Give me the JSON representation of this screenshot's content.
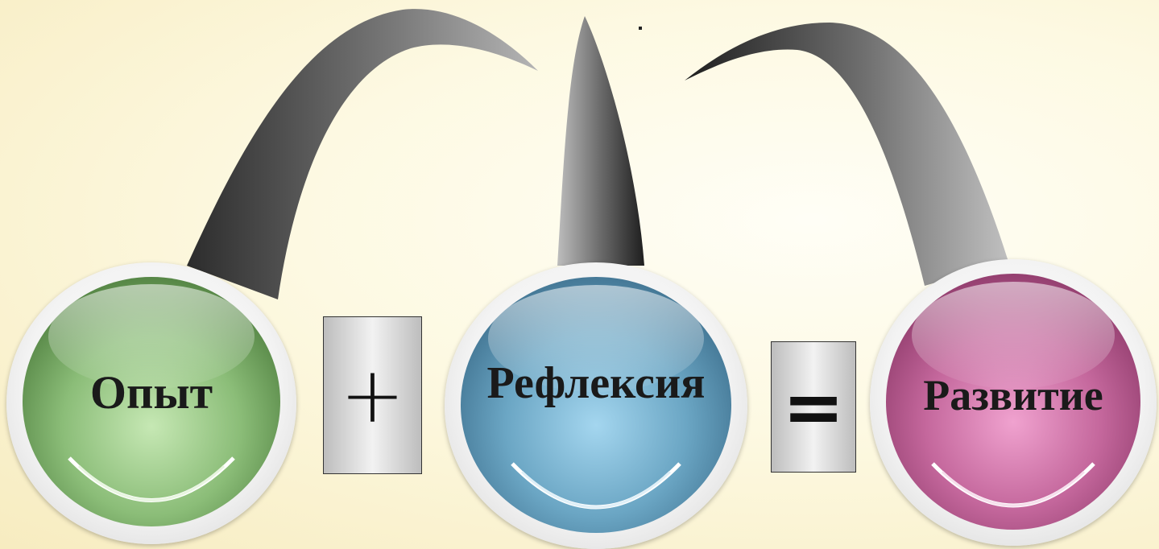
{
  "diagram": {
    "nodes": [
      {
        "id": "experience",
        "label": "Опыт",
        "color": "#8bbd78"
      },
      {
        "id": "reflection",
        "label": "Рефлексия",
        "color": "#6ba6c4"
      },
      {
        "id": "development",
        "label": "Развитие",
        "color": "#c4679c"
      }
    ],
    "operators": [
      {
        "symbol": "+",
        "between": [
          "experience",
          "reflection"
        ]
      },
      {
        "symbol": "=",
        "between": [
          "reflection",
          "development"
        ]
      }
    ]
  }
}
